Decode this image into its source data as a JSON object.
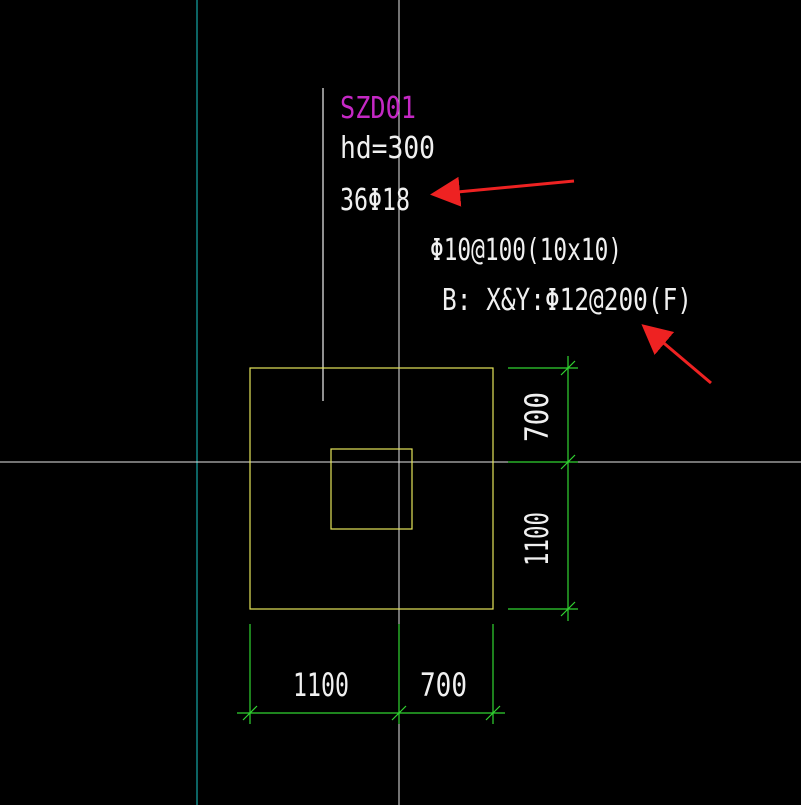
{
  "drawing": {
    "background": "#000000",
    "colors": {
      "grid_cyan": "#19c7c7",
      "grid_white": "#e6e6e6",
      "outline_yellow": "#e6e65a",
      "dimension_green": "#31d431",
      "label_magenta": "#c428c4",
      "text_white": "#f0f0f0",
      "arrow_red": "#ee2222"
    },
    "labels": {
      "tag": "SZD01",
      "hd": "hd=300",
      "main_rebar": "36Φ18",
      "stirrup": "Φ10@100(10x10)",
      "bottom_rebar": "B:  X&Y:Φ12@200(F)"
    },
    "dimensions": {
      "vertical_top": "700",
      "vertical_bottom": "1100",
      "horizontal_left": "1100",
      "horizontal_right": "700"
    },
    "icons": {
      "arrow_1": "red-pointer-arrow-icon",
      "arrow_2": "red-pointer-arrow-icon"
    }
  }
}
